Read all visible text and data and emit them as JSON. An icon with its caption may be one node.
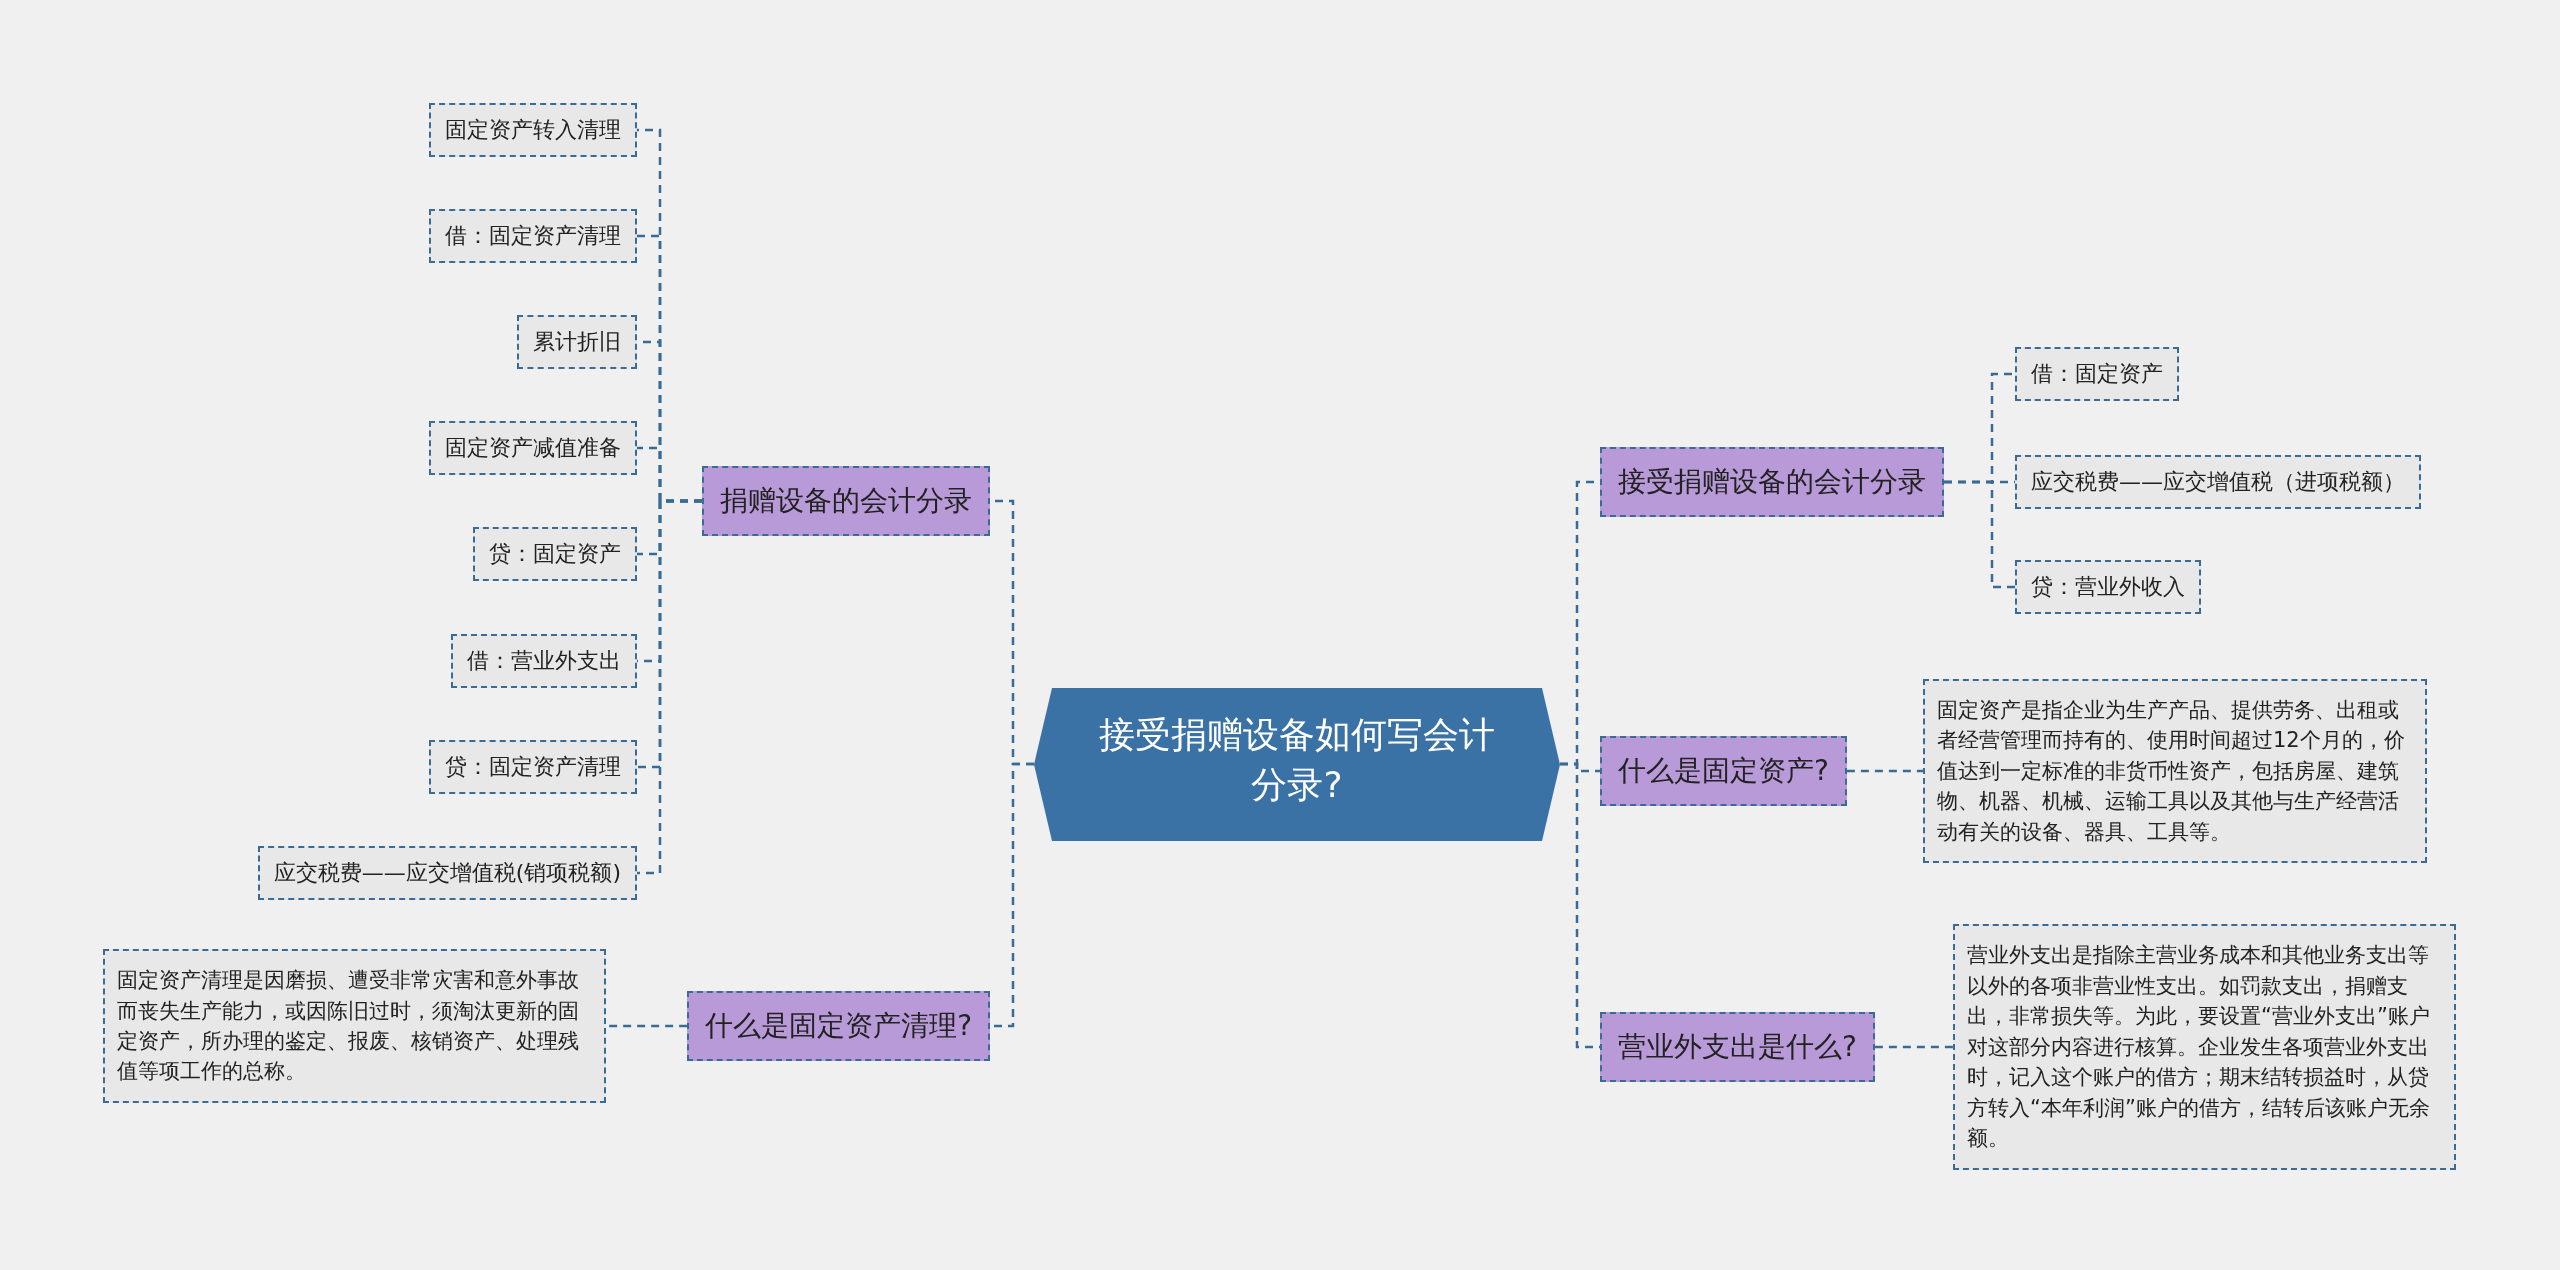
{
  "diagram": {
    "nodes": [
      {
        "text": [
          "接受捐赠设备如何写会计分录?"
        ]
      },
      {
        "text": [
          "捐赠设备的会计分录"
        ]
      },
      {
        "text": [
          "固定资产转入清理"
        ]
      },
      {
        "text": [
          "借：固定资产清理"
        ]
      },
      {
        "text": [
          "累计折旧"
        ]
      },
      {
        "text": [
          "固定资产减值准备"
        ]
      },
      {
        "text": [
          "贷：固定资产"
        ]
      },
      {
        "text": [
          "借：营业外支出"
        ]
      },
      {
        "text": [
          "贷：固定资产清理"
        ]
      },
      {
        "text": [
          "应交税费——应交增值税(销项税额)"
        ]
      },
      {
        "text": [
          "什么是固定资产清理?"
        ]
      },
      {
        "text": [
          "固定资产清理是因磨损、遭受非常灾害和意外事故而丧失生产能力，或因陈旧过时，须淘汰更新的固定资产，所办理的鉴定、报废、核销资产、处理残值等项工作的总称。"
        ]
      },
      {
        "text": [
          "接受捐赠设备的会计分录"
        ]
      },
      {
        "text": [
          "借：固定资产"
        ]
      },
      {
        "text": [
          "应交税费——应交增值税（进项税额）"
        ]
      },
      {
        "text": [
          "贷：营业外收入"
        ]
      },
      {
        "text": [
          "什么是固定资产?"
        ]
      },
      {
        "text": [
          "固定资产是指企业为生产产品、提供劳务、出租或者经营管理而持有的、使用时间超过12个月的，价值达到一定标准的非货币性资产，包括房屋、建筑物、机器、机械、运输工具以及其他与生产经营活动有关的设备、器具、工具等。"
        ]
      },
      {
        "text": [
          "营业外支出是什么?"
        ]
      },
      {
        "text": [
          "营业外支出是指除主营业务成本和其他业务支出等以外的各项非营业性支出。如罚款支出，捐赠支出，非常损失等。为此，要设置“营业外支出”账户对这部分内容进行核算。企业发生各项营业外支出时，记入这个账户的借方；期末结转损益时，从贷方转入“本年利润”账户的借方，结转后该账户无余额。"
        ]
      }
    ],
    "edges": [
      {
        "from": 0,
        "to": 1,
        "arrow": "none"
      },
      {
        "from": 1,
        "to": 2,
        "arrow": "none"
      },
      {
        "from": 1,
        "to": 3,
        "arrow": "none"
      },
      {
        "from": 1,
        "to": 4,
        "arrow": "none"
      },
      {
        "from": 1,
        "to": 5,
        "arrow": "none"
      },
      {
        "from": 1,
        "to": 6,
        "arrow": "none"
      },
      {
        "from": 1,
        "to": 7,
        "arrow": "none"
      },
      {
        "from": 1,
        "to": 8,
        "arrow": "none"
      },
      {
        "from": 1,
        "to": 9,
        "arrow": "none"
      },
      {
        "from": 0,
        "to": 10,
        "arrow": "none"
      },
      {
        "from": 10,
        "to": 11,
        "arrow": "none"
      },
      {
        "from": 0,
        "to": 12,
        "arrow": "none"
      },
      {
        "from": 12,
        "to": 13,
        "arrow": "none"
      },
      {
        "from": 12,
        "to": 14,
        "arrow": "none"
      },
      {
        "from": 12,
        "to": 15,
        "arrow": "none"
      },
      {
        "from": 0,
        "to": 16,
        "arrow": "none"
      },
      {
        "from": 16,
        "to": 17,
        "arrow": "none"
      },
      {
        "from": 0,
        "to": 18,
        "arrow": "none"
      },
      {
        "from": 18,
        "to": 19,
        "arrow": "none"
      }
    ]
  }
}
